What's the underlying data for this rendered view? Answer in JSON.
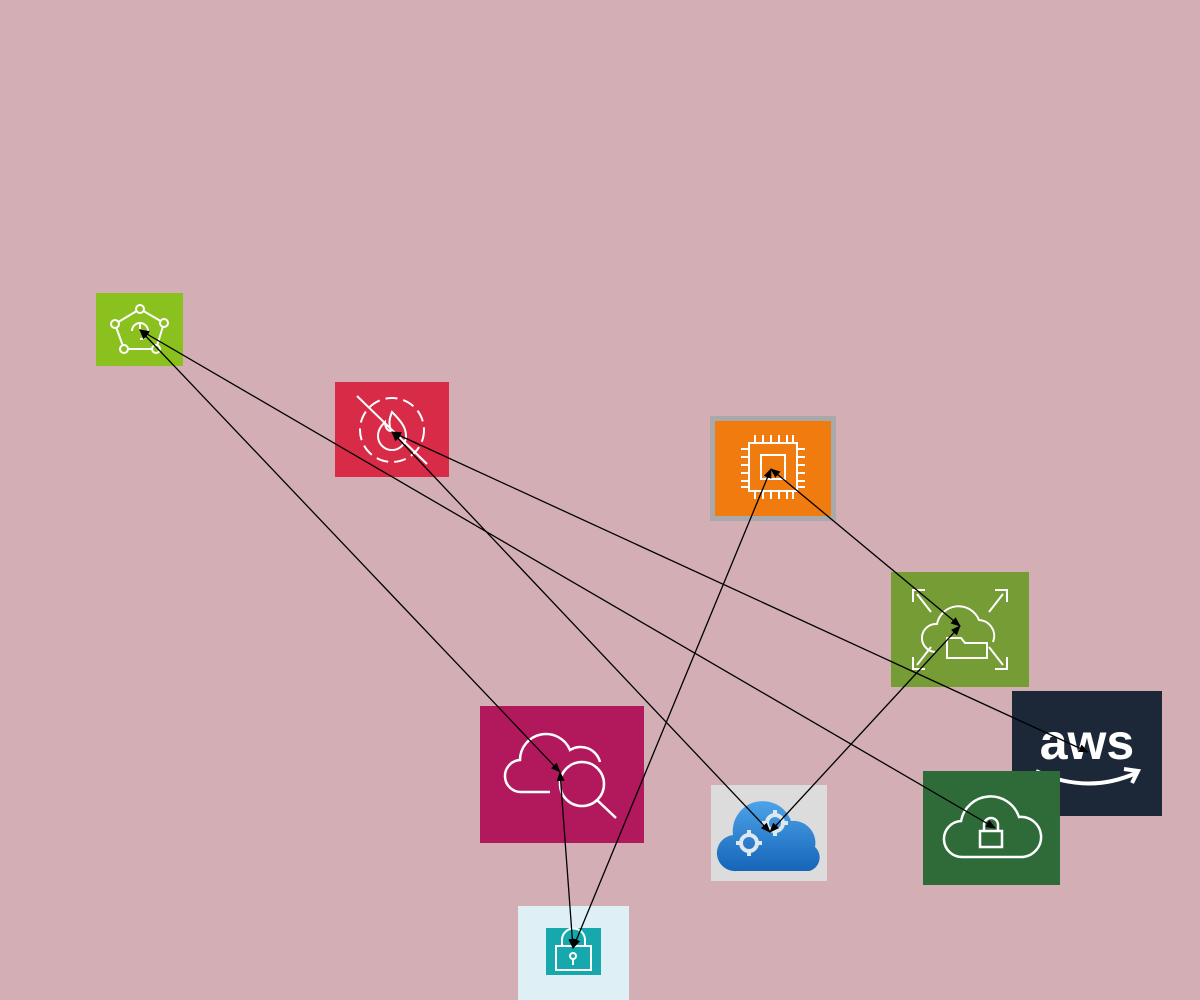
{
  "diagram": {
    "background": "#d3afb5",
    "nodes": [
      {
        "id": "appmesh",
        "icon": "app-mesh-icon",
        "color": "#8ac11f"
      },
      {
        "id": "waf",
        "icon": "firewall-icon",
        "color": "#d72b48"
      },
      {
        "id": "ec2",
        "icon": "processor-chip-icon",
        "color": "#f07c10"
      },
      {
        "id": "migration",
        "icon": "cloud-folder-migration-icon",
        "color": "#759c35"
      },
      {
        "id": "aws",
        "icon": "aws-logo-icon",
        "color": "#1c2837",
        "logo_text": "aws"
      },
      {
        "id": "cloudsearch",
        "icon": "cloud-search-icon",
        "color": "#b2195d"
      },
      {
        "id": "cloudgear",
        "icon": "cloud-gears-icon",
        "color": "#1f77c9"
      },
      {
        "id": "vpn",
        "icon": "cloud-lock-icon",
        "color": "#2e6b39"
      },
      {
        "id": "lockbox",
        "icon": "lock-icon",
        "color": "#17a8ad"
      }
    ],
    "edges": [
      {
        "from": "appmesh",
        "to": "cloudsearch"
      },
      {
        "from": "appmesh",
        "to": "vpn"
      },
      {
        "from": "waf",
        "to": "aws"
      },
      {
        "from": "waf",
        "to": "cloudgear"
      },
      {
        "from": "ec2",
        "to": "migration"
      },
      {
        "from": "ec2",
        "to": "lockbox"
      },
      {
        "from": "migration",
        "to": "cloudgear"
      },
      {
        "from": "cloudsearch",
        "to": "lockbox"
      }
    ]
  }
}
